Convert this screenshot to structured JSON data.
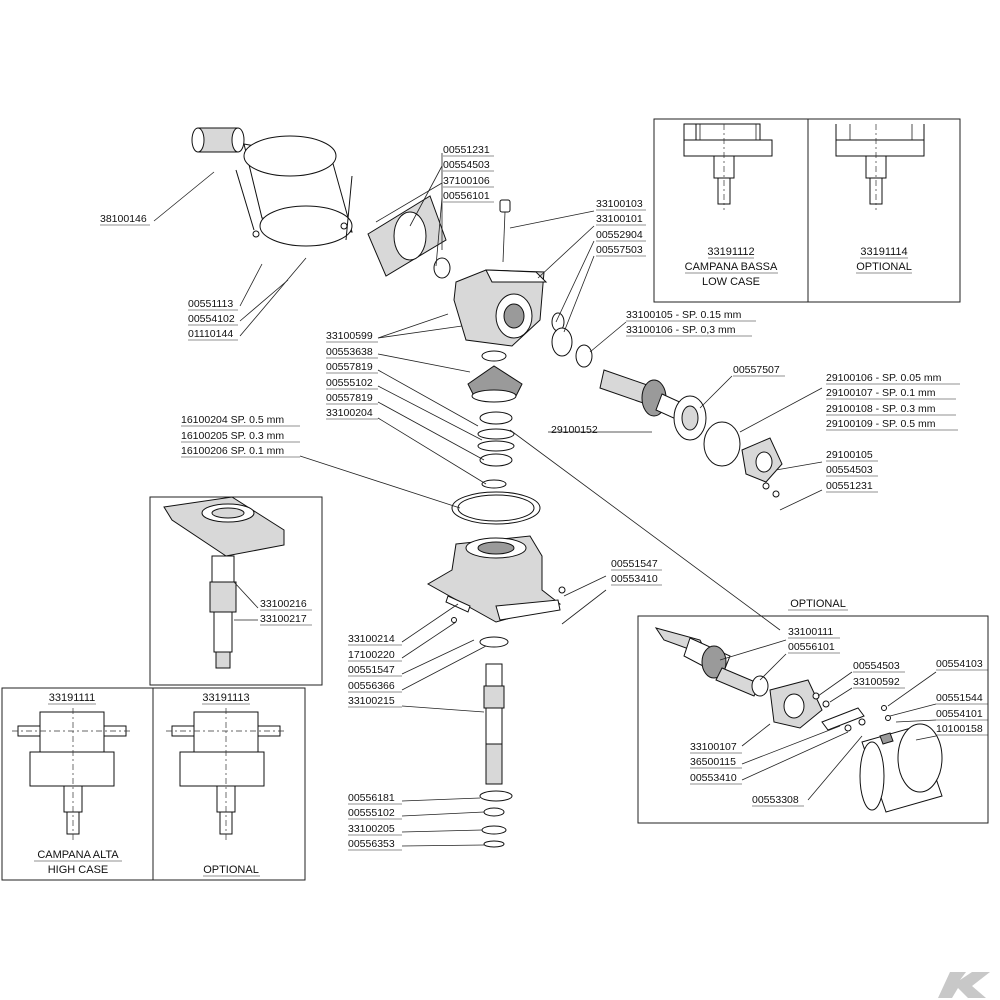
{
  "labels": {
    "l_38100146": "38100146",
    "l_00551113": "00551113",
    "l_00554102": "00554102",
    "l_01110144": "01110144",
    "l_00551231_a": "00551231",
    "l_00554503_a": "00554503",
    "l_37100106": "37100106",
    "l_00556101_a": "00556101",
    "l_33100103": "33100103",
    "l_33100101": "33100101",
    "l_00552904": "00552904",
    "l_00557503": "00557503",
    "l_33100599": "33100599",
    "l_00553638": "00553638",
    "l_00557819_a": "00557819",
    "l_00555102_a": "00555102",
    "l_00557819_b": "00557819",
    "l_33100204": "33100204",
    "l_33100105": "33100105 - SP. 0.15 mm",
    "l_33100106": "33100106 - SP. 0,3 mm",
    "l_00557507": "00557507",
    "l_29100106": "29100106 - SP.   0.05 mm",
    "l_29100107": "29100107 - SP.   0.1 mm",
    "l_29100108": "29100108 - SP.   0.3 mm",
    "l_29100109": "29100109 - SP.   0.5 mm",
    "l_29100105": "29100105",
    "l_00554503_b": "00554503",
    "l_00551231_b": "00551231",
    "l_29100152": "29100152",
    "l_16100204": "16100204 SP. 0.5 mm",
    "l_16100205": "16100205 SP. 0.3 mm",
    "l_16100206": "16100206 SP. 0.1 mm",
    "l_33100216": "33100216",
    "l_33100217": "33100217",
    "l_00551547_a": "00551547",
    "l_00553410_a": "00553410",
    "l_33100214": "33100214",
    "l_17100220": "17100220",
    "l_00551547_b": "00551547",
    "l_00556366": "00556366",
    "l_33100215": "33100215",
    "l_00556181": "00556181",
    "l_00555102_b": "00555102",
    "l_33100205": "33100205",
    "l_00556353": "00556353",
    "l_33100111": "33100111",
    "l_00556101_b": "00556101",
    "l_00554503_c": "00554503",
    "l_33100592": "33100592",
    "l_00554103": "00554103",
    "l_00551544": "00551544",
    "l_00554101": "00554101",
    "l_10100158": "10100158",
    "l_33100107": "33100107",
    "l_36500115": "36500115",
    "l_00553410_b": "00553410",
    "l_00553308": "00553308"
  },
  "captions": {
    "low_case_code": "33191112",
    "low_case_it": "CAMPANA BASSA",
    "low_case_en": "LOW CASE",
    "optional_code_top": "33191114",
    "optional_top": "OPTIONAL",
    "high_case_code": "33191111",
    "high_case_it": "CAMPANA ALTA",
    "high_case_en": "HIGH CASE",
    "optional_code_bottom": "33191113",
    "optional_bottom": "OPTIONAL",
    "optional_inset": "OPTIONAL"
  },
  "colors": {
    "line": "#222222",
    "watermark": "#c8c8c8"
  }
}
